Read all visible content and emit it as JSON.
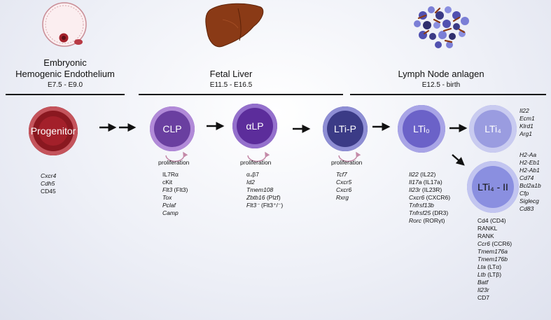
{
  "stages": {
    "endothelium": {
      "title_line1": "Embryonic",
      "title_line2": "Hemogenic Endothelium",
      "range": "E7.5 - E9.0"
    },
    "fetal_liver": {
      "title": "Fetal Liver",
      "range": "E11.5 - E16.5"
    },
    "lymph_node": {
      "title": "Lymph Node anlagen",
      "range": "E12.5 - birth"
    }
  },
  "cells": {
    "progenitor": "Progenitor",
    "clp": "CLP",
    "alp": "αLP",
    "ltip": "LTi-P",
    "lti0": "LTi₀",
    "lti4": "LTi₄",
    "lti4_ii": "LTi₄ - II"
  },
  "proliferation_label": "proliferation",
  "markers": {
    "progenitor": [
      {
        "t": "Cxcr4",
        "i": true
      },
      {
        "t": "Cdh5",
        "i": true
      },
      {
        "t": "CD45",
        "i": false
      }
    ],
    "clp": [
      {
        "t": "IL7Rα",
        "i": false
      },
      {
        "t": "cKit",
        "i": false
      },
      {
        "t": "Flt3",
        "i": true,
        "s": " (Flt3)"
      },
      {
        "t": "Tox",
        "i": true
      },
      {
        "t": "Pclaf",
        "i": true
      },
      {
        "t": "Camp",
        "i": true
      }
    ],
    "alp": [
      {
        "t": "α₄β7",
        "i": false
      },
      {
        "t": "Id2",
        "i": true
      },
      {
        "t": "Tmem108",
        "i": true
      },
      {
        "t": "Zbtb16",
        "i": true,
        "s": " (Plzf)"
      },
      {
        "t": "Flt3⁻",
        "i": true,
        "s": " (Flt3⁺/⁻)"
      }
    ],
    "ltip": [
      {
        "t": "Tcf7",
        "i": true
      },
      {
        "t": "Cxcr5",
        "i": true
      },
      {
        "t": "Cxcr6",
        "i": true
      },
      {
        "t": "Rxrg",
        "i": true
      }
    ],
    "lti0": [
      {
        "t": "Il22",
        "i": true,
        "s": " (IL22)"
      },
      {
        "t": "Il17a",
        "i": true,
        "s": " (IL17a)"
      },
      {
        "t": "Il23r",
        "i": true,
        "s": " (IL23R)"
      },
      {
        "t": "Cxcr6",
        "i": true,
        "s": " (CXCR6)"
      },
      {
        "t": "Tnfrsf13b",
        "i": true
      },
      {
        "t": "Tnfrsf25",
        "i": true,
        "s": " (DR3)"
      },
      {
        "t": "Rorc",
        "i": true,
        "s": " (RORγt)"
      }
    ],
    "lti4": [
      {
        "t": "Il22",
        "i": true
      },
      {
        "t": "Ecm1",
        "i": true
      },
      {
        "t": "Klrd1",
        "i": true
      },
      {
        "t": "Arg1",
        "i": true
      }
    ],
    "lti4_ii_right": [
      {
        "t": "H2-Aa",
        "i": true
      },
      {
        "t": "H2-Eb1",
        "i": true
      },
      {
        "t": "H2-Ab1",
        "i": true
      },
      {
        "t": "Cd74",
        "i": true
      },
      {
        "t": "Bcl2a1b",
        "i": true
      },
      {
        "t": "Cfp",
        "i": true
      },
      {
        "t": "Siglecg",
        "i": true
      },
      {
        "t": "Cd83",
        "i": true
      }
    ],
    "lti4_ii_below": [
      {
        "t": "Cd4",
        "i": false,
        "s": " (CD4)"
      },
      {
        "t": "RANKL",
        "i": false
      },
      {
        "t": "RANK",
        "i": false
      },
      {
        "t": "Ccr6",
        "i": true,
        "s": " (CCR6)"
      },
      {
        "t": "Tmem176a",
        "i": true
      },
      {
        "t": "Tmem176b",
        "i": true
      },
      {
        "t": "Lta",
        "i": true,
        "s": " (LTα)"
      },
      {
        "t": "Ltb",
        "i": true,
        "s": " (LTβ)"
      },
      {
        "t": "Batf",
        "i": true
      },
      {
        "t": "Il23r",
        "i": true
      },
      {
        "t": "CD7",
        "i": false
      }
    ]
  },
  "colors": {
    "progenitor": "#a3202a",
    "clp": "#6a3fa0",
    "alp": "#5c2d9b",
    "ltip": "#3b3b86",
    "lti0": "#6b62c8",
    "lti4": "#9a9ce0",
    "lti4_ii": "#8a8fe0",
    "prolif_arrow": "#c48aa8"
  },
  "icons": [
    "endothelium-icon",
    "liver-icon",
    "lymph-node-icon",
    "arrow-icon"
  ]
}
